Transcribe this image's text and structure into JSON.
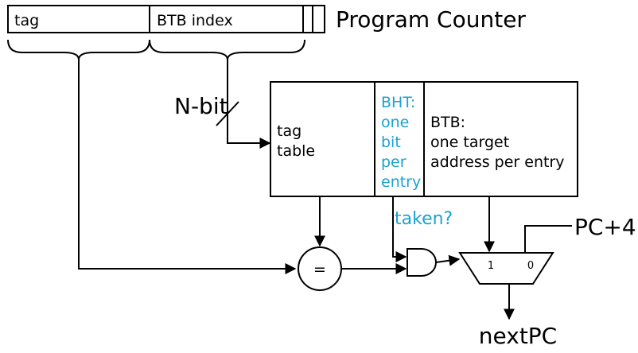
{
  "pc_register": {
    "fields": [
      "tag",
      "BTB index"
    ],
    "label": "Program Counter"
  },
  "index_bus": {
    "width_label": "N-bit"
  },
  "btb_table": {
    "tag_table_lines": [
      "tag",
      "table"
    ],
    "bht_lines": [
      "BHT:",
      "one",
      "bit",
      "per",
      "entry"
    ],
    "btb_lines": [
      "BTB:",
      "one target",
      "address per entry"
    ]
  },
  "comparator": {
    "symbol": "="
  },
  "taken_label": "taken?",
  "mux": {
    "input_1": "1",
    "input_0": "0",
    "pc_plus_4": "PC+4",
    "output": "nextPC"
  },
  "colors": {
    "stroke": "#000000",
    "bht_text": "#1ba1d2",
    "background": "#ffffff"
  }
}
